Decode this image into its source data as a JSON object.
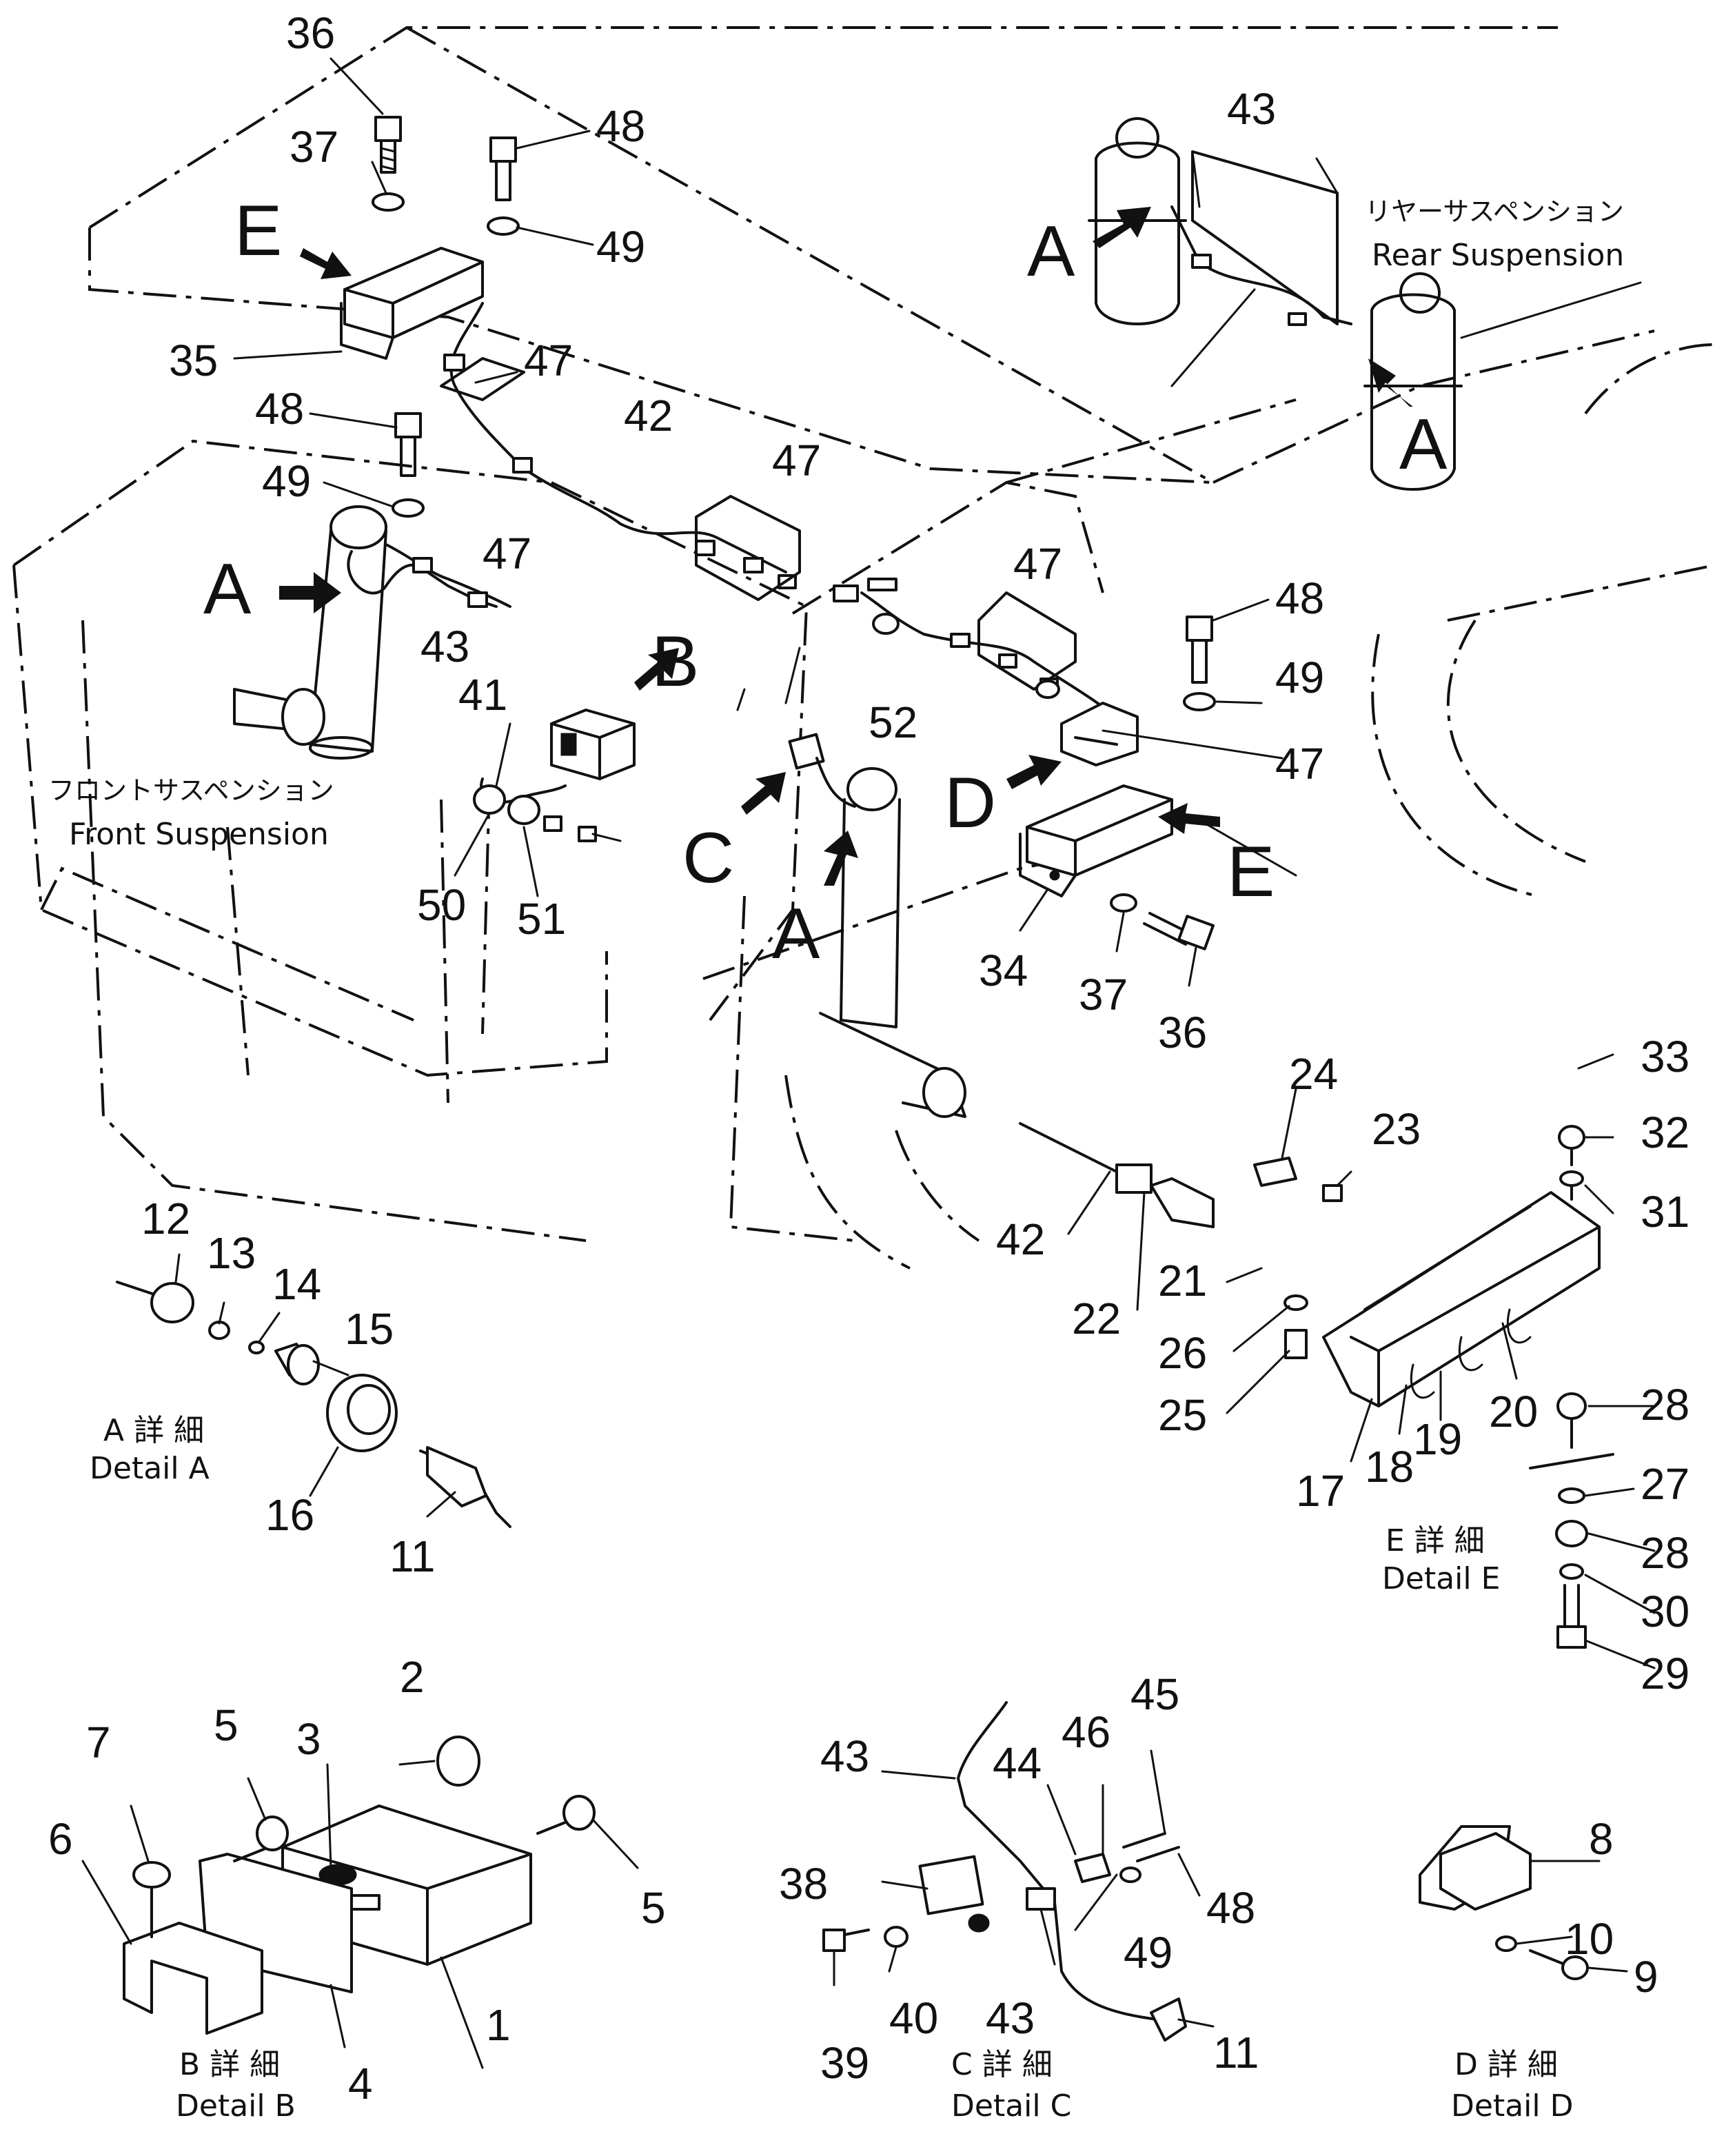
{
  "captions": {
    "rear_suspension_jp": "リヤーサスペンション",
    "rear_suspension_en": "Rear Suspension",
    "front_suspension_jp": "フロントサスペンション",
    "front_suspension_en": "Front Suspension",
    "detail_a_jp": "A 詳 細",
    "detail_a_en": "Detail A",
    "detail_b_jp": "B 詳 細",
    "detail_b_en": "Detail B",
    "detail_c_jp": "C 詳 細",
    "detail_c_en": "Detail C",
    "detail_d_jp": "D 詳 細",
    "detail_d_en": "Detail D",
    "detail_e_jp": "E 詳 細",
    "detail_e_en": "Detail E"
  },
  "view_letters": {
    "a": "A",
    "b": "B",
    "c": "C",
    "d": "D",
    "e": "E"
  },
  "part_numbers": {
    "n1": "1",
    "n2": "2",
    "n3": "3",
    "n4": "4",
    "n5": "5",
    "n6": "6",
    "n7": "7",
    "n8": "8",
    "n9": "9",
    "n10": "10",
    "n11": "11",
    "n12": "12",
    "n13": "13",
    "n14": "14",
    "n15": "15",
    "n16": "16",
    "n17": "17",
    "n18": "18",
    "n19": "19",
    "n20": "20",
    "n21": "21",
    "n22": "22",
    "n23": "23",
    "n24": "24",
    "n25": "25",
    "n26": "26",
    "n27": "27",
    "n28": "28",
    "n29": "29",
    "n30": "30",
    "n31": "31",
    "n32": "32",
    "n33": "33",
    "n34": "34",
    "n35": "35",
    "n36": "36",
    "n37": "37",
    "n38": "38",
    "n39": "39",
    "n40": "40",
    "n41": "41",
    "n42": "42",
    "n43": "43",
    "n44": "44",
    "n45": "45",
    "n46": "46",
    "n47": "47",
    "n48": "48",
    "n49": "49",
    "n50": "50",
    "n51": "51",
    "n52": "52"
  }
}
